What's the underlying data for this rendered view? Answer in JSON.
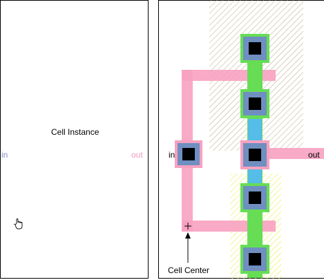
{
  "instance_view": {
    "title": "Cell Instance",
    "port_in": "in",
    "port_out": "out"
  },
  "layout_view": {
    "port_in": "in",
    "port_out": "out",
    "cell_center_label": "Cell Center",
    "center_marker": "+"
  },
  "colors": {
    "metal": "#f7a1c0",
    "diffusion": "#66dd55",
    "poly": "#55bde8",
    "contact_ring": "#6f8fc0",
    "via": "#000000",
    "nwell_hatch": "#b8a888",
    "pwell_hatch": "#e8ee44",
    "port_in_color": "#7f8fc0",
    "port_out_color": "#ee9dbf"
  },
  "icons": {
    "instance_symbol": "hand-cursor-icon"
  }
}
